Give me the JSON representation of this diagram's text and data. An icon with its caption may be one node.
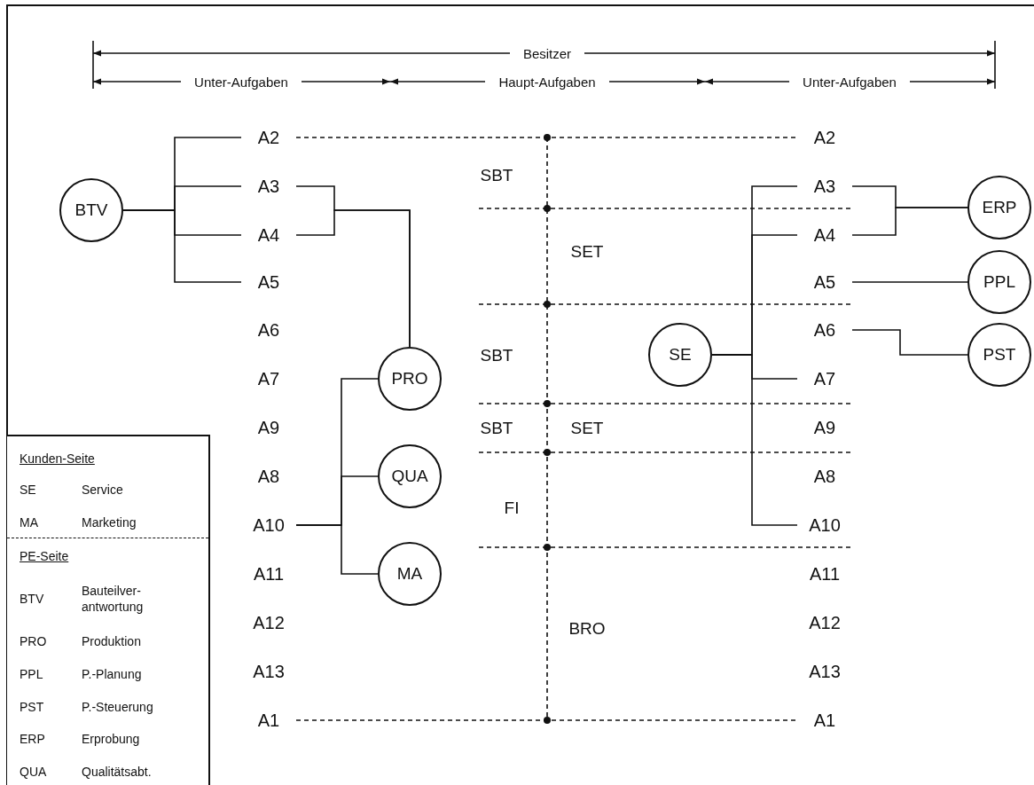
{
  "diagram": {
    "nodes": [
      {
        "text": [
          "BTV"
        ]
      },
      {
        "text": [
          "A2"
        ]
      },
      {
        "text": [
          "A3"
        ]
      },
      {
        "text": [
          "A4"
        ]
      },
      {
        "text": [
          "A5"
        ]
      },
      {
        "text": [
          "A6"
        ]
      },
      {
        "text": [
          "A7"
        ]
      },
      {
        "text": [
          "A9"
        ]
      },
      {
        "text": [
          "A8"
        ]
      },
      {
        "text": [
          "A10"
        ]
      },
      {
        "text": [
          "A11"
        ]
      },
      {
        "text": [
          "A12"
        ]
      },
      {
        "text": [
          "A13"
        ]
      },
      {
        "text": [
          "A1"
        ]
      },
      {
        "text": [
          "PRO"
        ]
      },
      {
        "text": [
          "QUA"
        ]
      },
      {
        "text": [
          "MA"
        ]
      },
      {
        "text": [
          "SE"
        ]
      },
      {
        "text": [
          "A2"
        ]
      },
      {
        "text": [
          "A3"
        ]
      },
      {
        "text": [
          "A4"
        ]
      },
      {
        "text": [
          "A5"
        ]
      },
      {
        "text": [
          "A6"
        ]
      },
      {
        "text": [
          "A7"
        ]
      },
      {
        "text": [
          "A9"
        ]
      },
      {
        "text": [
          "A8"
        ]
      },
      {
        "text": [
          "A10"
        ]
      },
      {
        "text": [
          "A11"
        ]
      },
      {
        "text": [
          "A12"
        ]
      },
      {
        "text": [
          "A13"
        ]
      },
      {
        "text": [
          "A1"
        ]
      },
      {
        "text": [
          "ERP"
        ]
      },
      {
        "text": [
          "PPL"
        ]
      },
      {
        "text": [
          "PST"
        ]
      }
    ],
    "edges": [
      {
        "from": 0,
        "to": 1,
        "arrow": "none"
      },
      {
        "from": 0,
        "to": 2,
        "arrow": "none"
      },
      {
        "from": 0,
        "to": 3,
        "arrow": "none"
      },
      {
        "from": 0,
        "to": 4,
        "arrow": "none"
      },
      {
        "from": 2,
        "to": 14,
        "arrow": "none"
      },
      {
        "from": 3,
        "to": 14,
        "arrow": "none"
      },
      {
        "from": 9,
        "to": 14,
        "arrow": "none"
      },
      {
        "from": 9,
        "to": 15,
        "arrow": "none"
      },
      {
        "from": 9,
        "to": 16,
        "arrow": "none"
      },
      {
        "from": 17,
        "to": 19,
        "arrow": "none"
      },
      {
        "from": 17,
        "to": 20,
        "arrow": "none"
      },
      {
        "from": 17,
        "to": 23,
        "arrow": "none"
      },
      {
        "from": 17,
        "to": 26,
        "arrow": "none"
      },
      {
        "from": 19,
        "to": 31,
        "arrow": "none"
      },
      {
        "from": 20,
        "to": 31,
        "arrow": "none"
      },
      {
        "from": 21,
        "to": 32,
        "arrow": "none"
      },
      {
        "from": 22,
        "to": 33,
        "arrow": "none"
      },
      {
        "from": 1,
        "to": 18,
        "arrow": "none",
        "style": "dashed"
      },
      {
        "from": 13,
        "to": 30,
        "arrow": "none",
        "style": "dashed"
      }
    ],
    "labels": [
      "Besitzer",
      "Unter-Aufgaben",
      "Haupt-Aufgaben",
      "Unter-Aufgaben",
      "SBT",
      "SET",
      "SBT",
      "SBT",
      "SET",
      "FI",
      "BRO",
      "Kunden-Seite",
      "SE",
      "Service",
      "MA",
      "Marketing",
      "PE-Seite",
      "BTV",
      "Bauteilver- antwortung",
      "PRO",
      "Produktion",
      "PPL",
      "P.-Planung",
      "PST",
      "P.-Steuerung",
      "ERP",
      "Erprobung",
      "QUA",
      "Qualitätsabt."
    ]
  }
}
